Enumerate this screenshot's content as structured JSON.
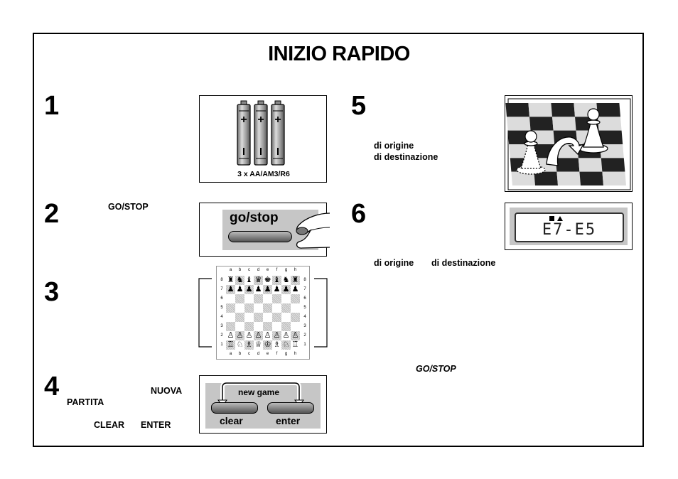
{
  "title": "INIZIO RAPIDO",
  "steps": [
    {
      "number": "1",
      "image_caption": "3 x AA/AM3/R6"
    },
    {
      "number": "2",
      "text": "GO/STOP",
      "button_label": "go/stop"
    },
    {
      "number": "3",
      "board_files": [
        "a",
        "b",
        "c",
        "d",
        "e",
        "f",
        "g",
        "h"
      ],
      "board_ranks": [
        "8",
        "7",
        "6",
        "5",
        "4",
        "3",
        "2",
        "1"
      ]
    },
    {
      "number": "4",
      "text_a": "NUOVA",
      "text_b": "PARTITA",
      "text_c": "CLEAR",
      "text_d": "ENTER",
      "top_label": "new game",
      "left_key": "clear",
      "right_key": "enter"
    },
    {
      "number": "5",
      "text_a": "di origine",
      "text_b": "di destinazione"
    },
    {
      "number": "6",
      "display_text": "E7-E5",
      "text_a": "di origine",
      "text_b": "di destinazione",
      "text_c": "GO/STOP"
    }
  ],
  "icons": [
    "battery-icon",
    "finger-press-icon",
    "pawn-icon",
    "move-arrow-icon",
    "lcd-display-icon"
  ]
}
